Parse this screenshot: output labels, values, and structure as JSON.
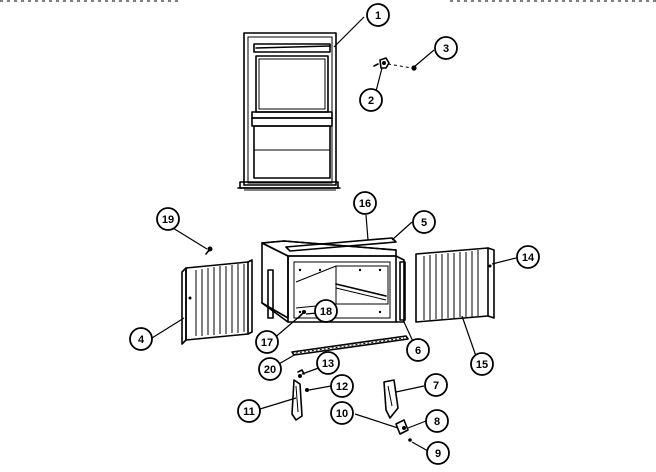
{
  "header": {
    "left_text": "",
    "right_text": ""
  },
  "callouts": [
    {
      "label": "1"
    },
    {
      "label": "2"
    },
    {
      "label": "3"
    },
    {
      "label": "4"
    },
    {
      "label": "5"
    },
    {
      "label": "6"
    },
    {
      "label": "7"
    },
    {
      "label": "8"
    },
    {
      "label": "9"
    },
    {
      "label": "10"
    },
    {
      "label": "11"
    },
    {
      "label": "12"
    },
    {
      "label": "13"
    },
    {
      "label": "14"
    },
    {
      "label": "15"
    },
    {
      "label": "16"
    },
    {
      "label": "17"
    },
    {
      "label": "18"
    },
    {
      "label": "19"
    },
    {
      "label": "20"
    }
  ]
}
